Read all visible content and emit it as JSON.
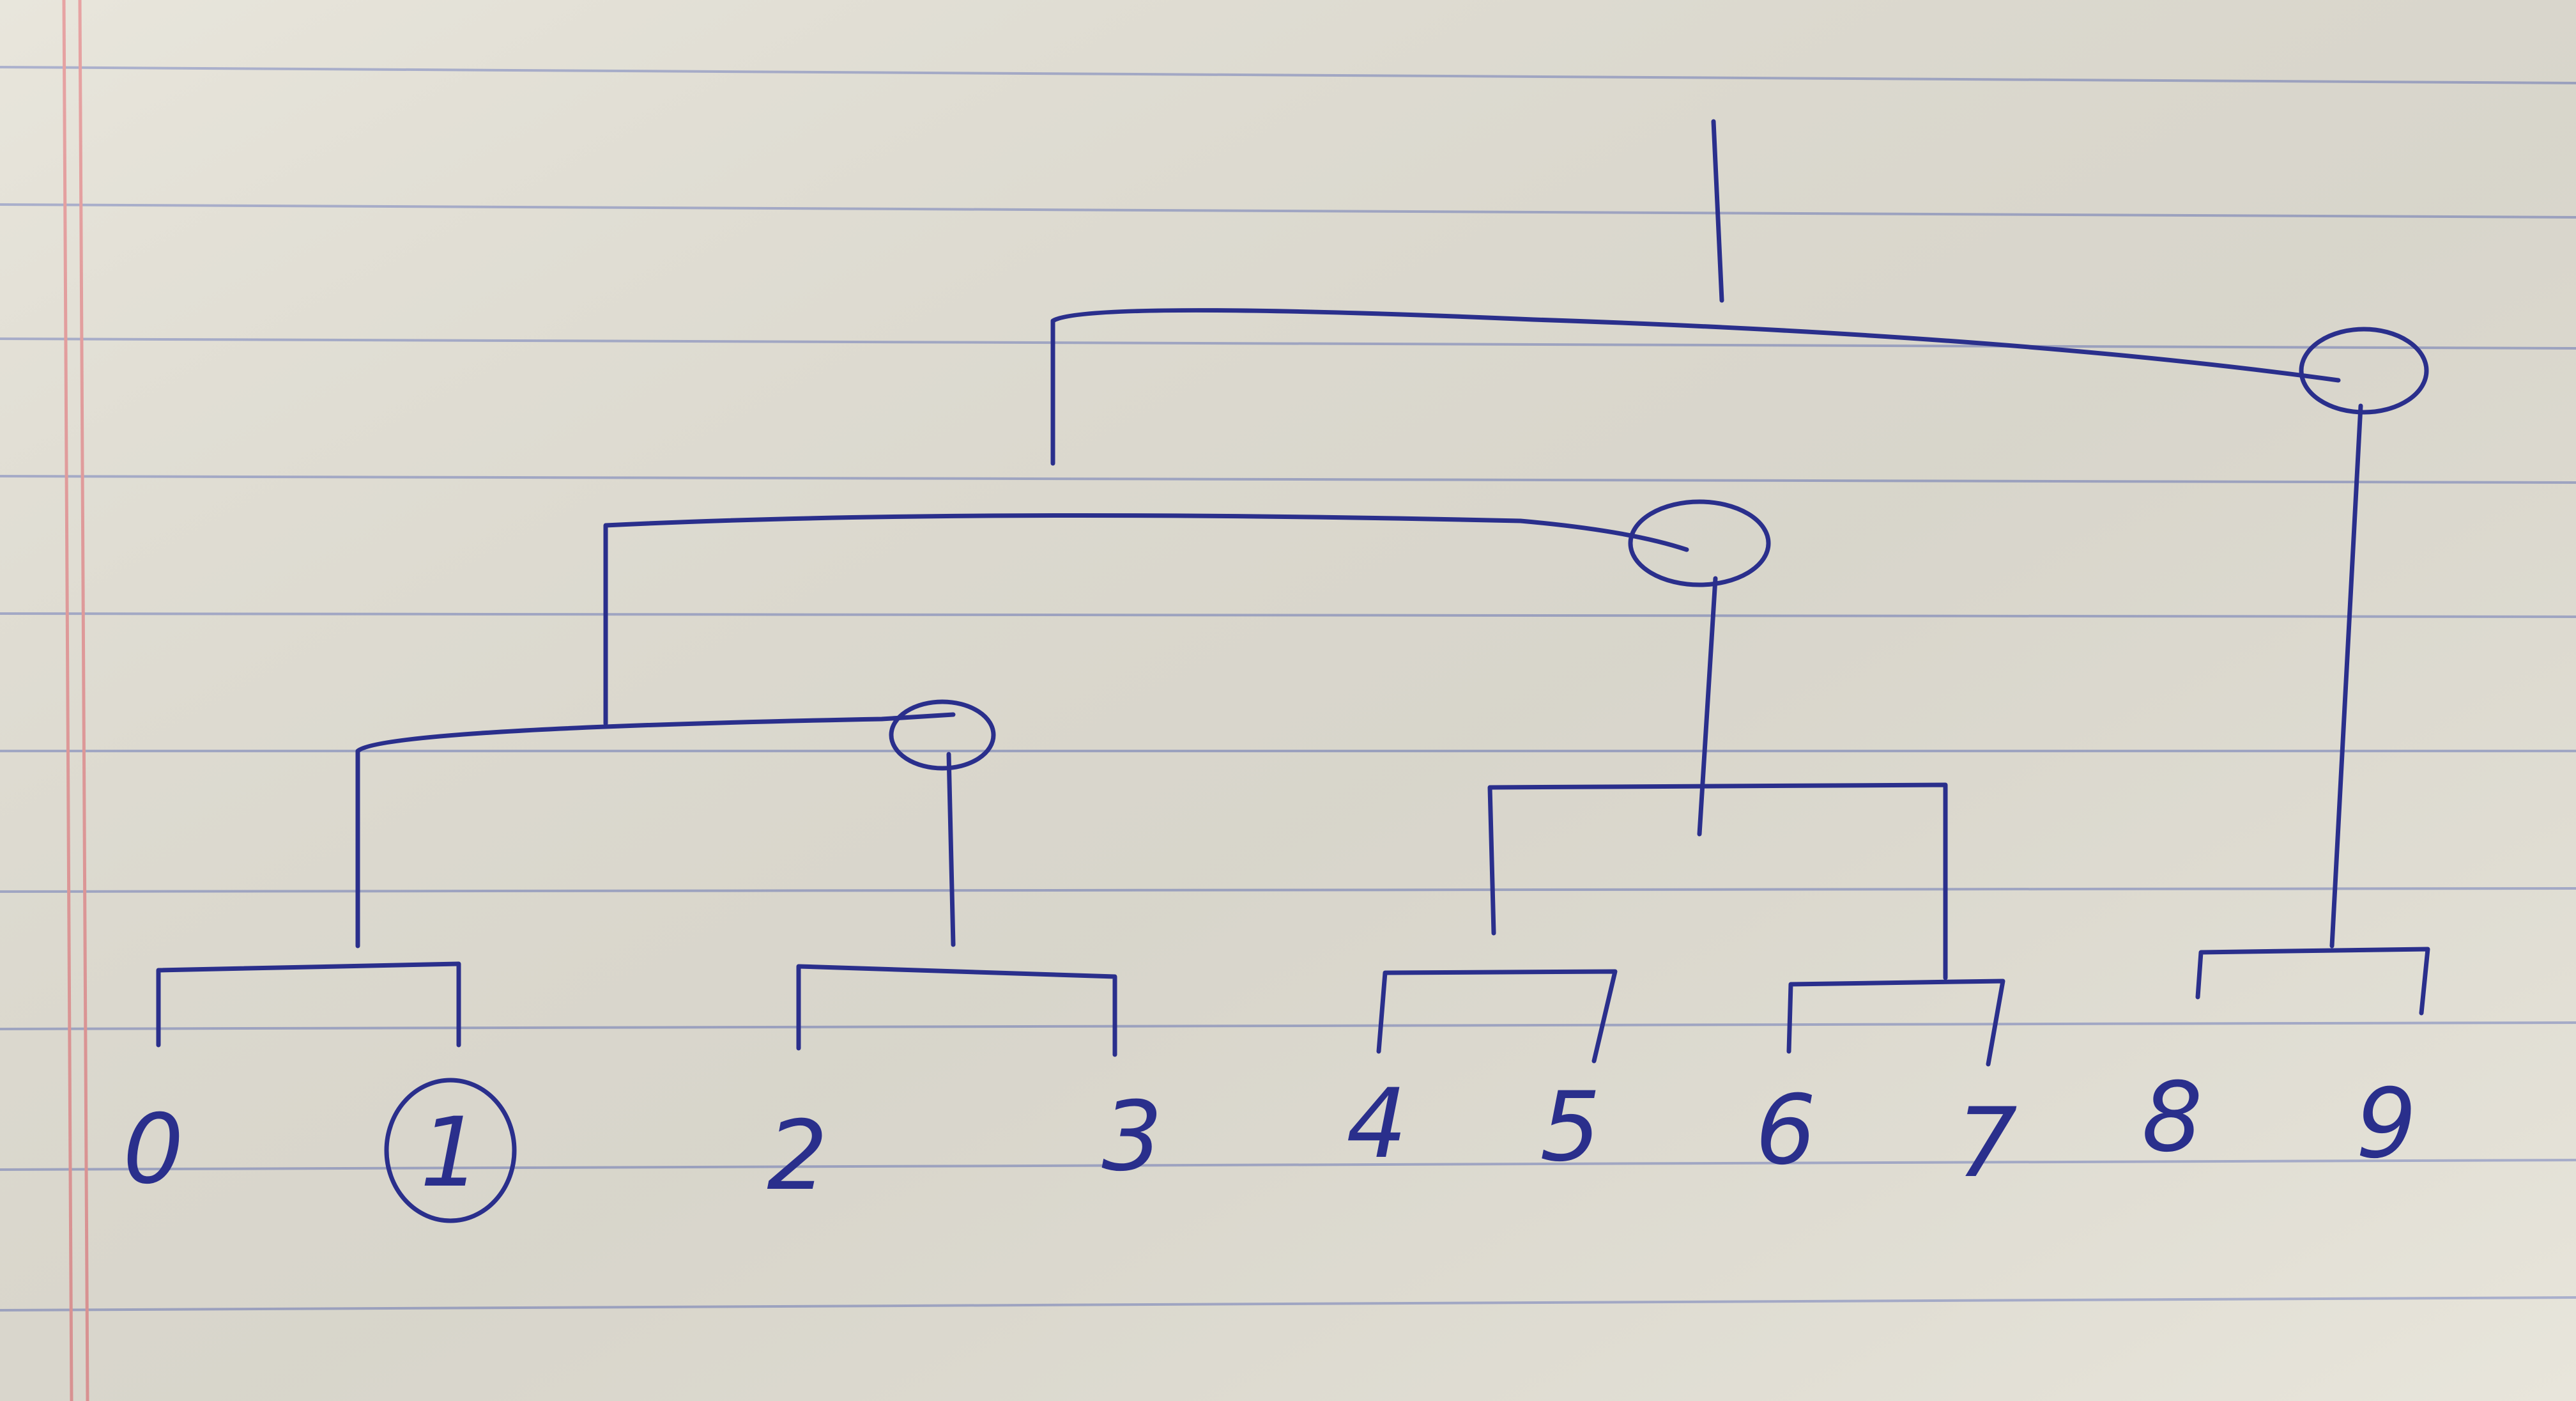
{
  "diagram": {
    "leaves": [
      "0",
      "1",
      "2",
      "3",
      "4",
      "5",
      "6",
      "7",
      "8",
      "9"
    ],
    "pairs": [
      [
        0,
        1
      ],
      [
        2,
        3
      ],
      [
        4,
        5
      ],
      [
        6,
        7
      ],
      [
        8,
        9
      ]
    ],
    "circled_leaves": [
      1
    ],
    "ink_color": "#2a2f8c",
    "paper_color": "#e6e3d8",
    "rule_color": "#8e98c4",
    "margin_color": "#e59a9a"
  }
}
